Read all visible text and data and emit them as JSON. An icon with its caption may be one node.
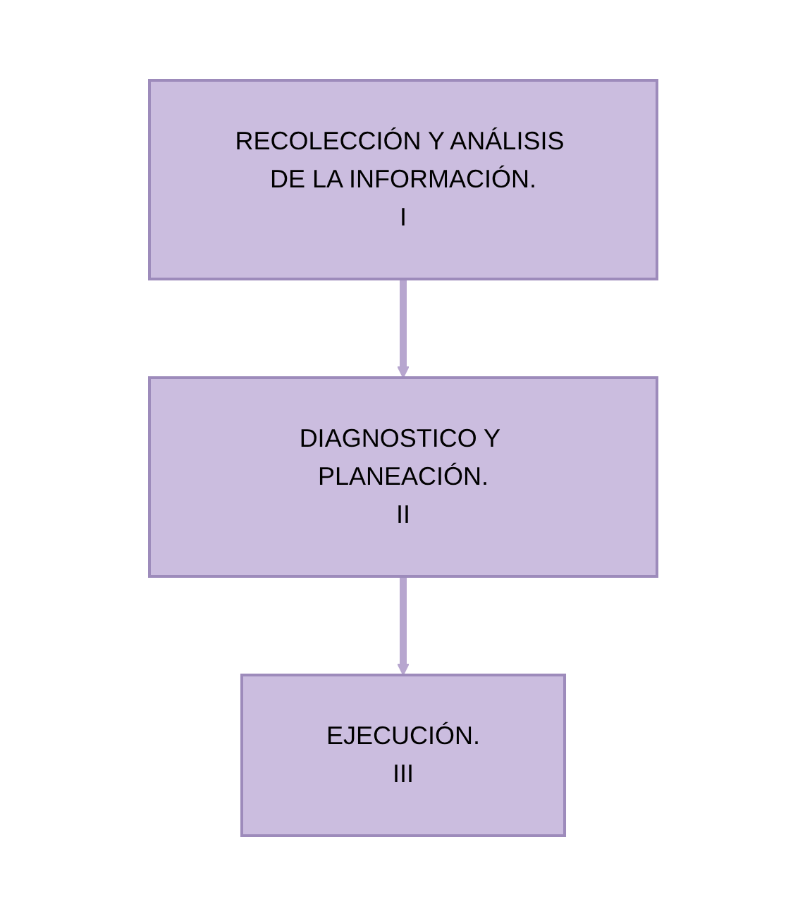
{
  "diagram": {
    "nodes": [
      {
        "text": [
          "RECOLECCIÓN Y ANÁLISIS DE LA INFORMACIÓN.",
          "I"
        ]
      },
      {
        "text": [
          "DIAGNOSTICO Y PLANEACIÓN.",
          "II"
        ]
      },
      {
        "text": [
          "EJECUCIÓN.",
          "III"
        ]
      }
    ],
    "edges": [
      {
        "from": 0,
        "to": 1,
        "arrow": "to"
      },
      {
        "from": 1,
        "to": 2,
        "arrow": "to"
      }
    ]
  }
}
